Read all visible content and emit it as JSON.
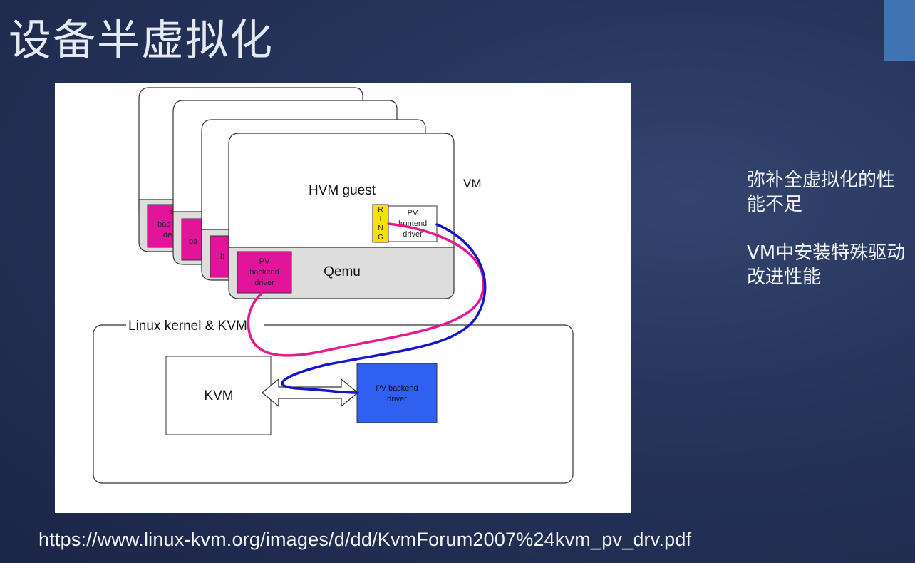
{
  "slide": {
    "title": "设备半虚拟化",
    "notes": [
      "弥补全虚拟化的性能不足",
      "VM中安装特殊驱动改进性能"
    ],
    "source_url": "https://www.linux-kvm.org/images/d/dd/KvmForum2007%24kvm_pv_drv.pdf"
  },
  "diagram": {
    "vm_label": "VM",
    "hvm_guest": "HVM guest",
    "ring": [
      "R",
      "I",
      "N",
      "G"
    ],
    "pv_frontend": [
      "PV",
      "frontend",
      "driver"
    ],
    "qemu": "Qemu",
    "pv_backend_qemu": [
      "PV",
      "backend",
      "driver"
    ],
    "stack_fragments": [
      "P",
      "bac",
      "de",
      "ba",
      "b"
    ],
    "kernel_label": "Linux kernel & KVM",
    "kvm": "KVM",
    "pv_backend_kernel": [
      "PV backend",
      "driver"
    ]
  },
  "colors": {
    "magenta": "#e2149a",
    "blue_line": "#1515cc",
    "kernel_backend": "#2f60f0",
    "ring_yellow": "#f2e400",
    "accent": "#3f74b4"
  }
}
